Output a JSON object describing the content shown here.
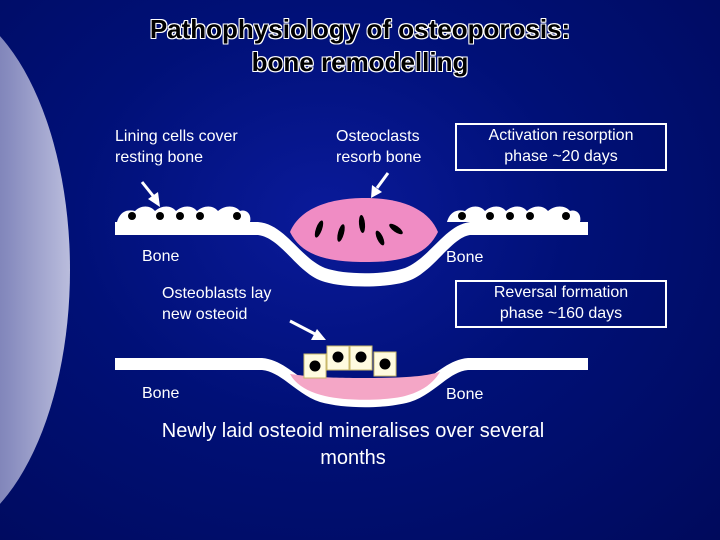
{
  "title": {
    "line1": "Pathophysiology of osteoporosis:",
    "line2": "bone remodelling"
  },
  "labels": {
    "lining_cells": [
      "Lining cells cover",
      "resting bone"
    ],
    "osteoclasts": [
      "Osteoclasts",
      "resorb bone"
    ],
    "bone_top_left": "Bone",
    "bone_top_right": "Bone",
    "osteoblasts": [
      "Osteoblasts lay",
      "new osteoid"
    ],
    "bone_bottom_left": "Bone",
    "bone_bottom_right": "Bone",
    "bottom_note": "Newly laid osteoid mineralises over several months"
  },
  "boxes": {
    "activation": [
      "Activation resorption",
      "phase ~20 days"
    ],
    "reversal": [
      "Reversal formation",
      "phase ~160 days"
    ]
  },
  "colors": {
    "background": "#000a6e",
    "bone": "#ffffff",
    "osteoclast": "#f08cc4",
    "osteoid": "#f4a6c6",
    "cell_nucleus": "#000000",
    "osteoblast_cell": "#fffbe0"
  }
}
